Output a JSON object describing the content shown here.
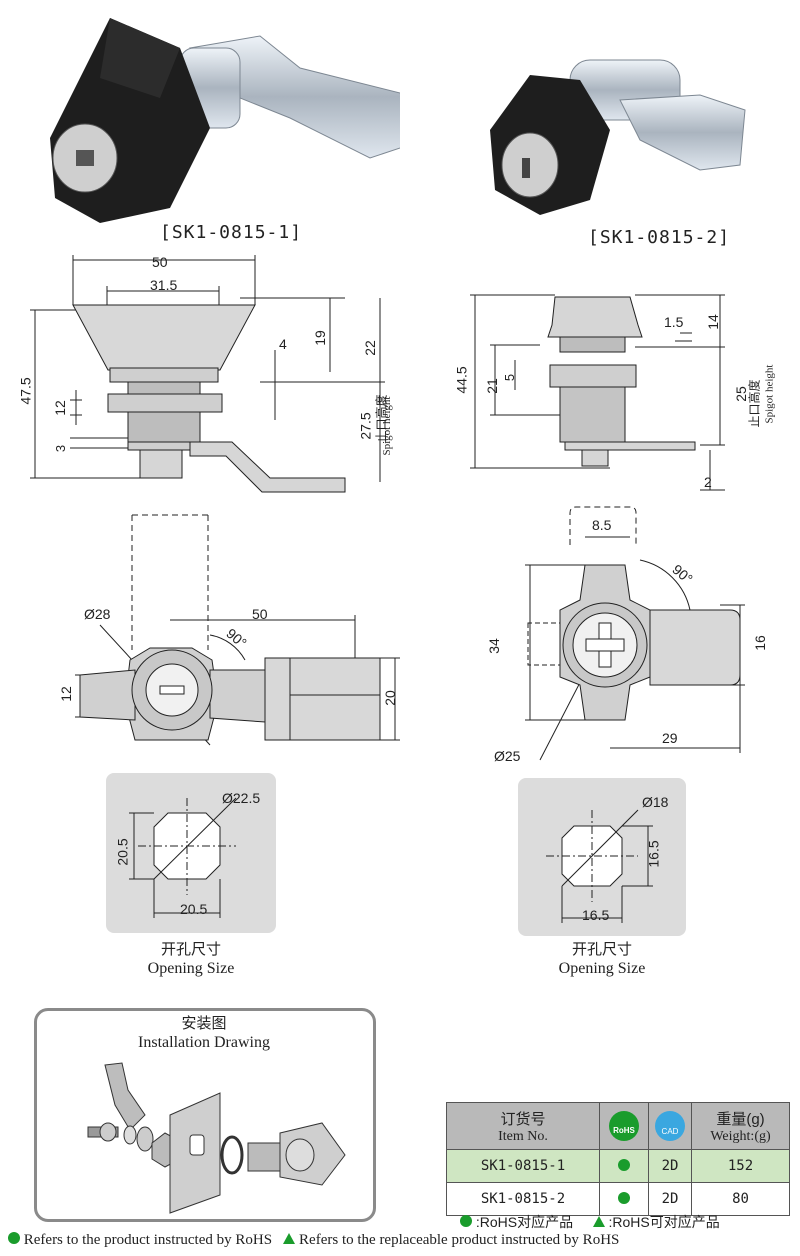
{
  "products": [
    {
      "label": "[SK1-0815-1]"
    },
    {
      "label": "[SK1-0815-2]"
    }
  ],
  "dims_left_side": {
    "w50": "50",
    "w315": "31.5",
    "h19": "19",
    "h22": "22",
    "h4": "4",
    "h475": "47.5",
    "h12": "12",
    "h3": "3",
    "h275": "27.5",
    "spigot_zh": "止口高度",
    "spigot_en": "Spigot height"
  },
  "dims_right_side": {
    "h445": "44.5",
    "h21": "21",
    "h5": "5",
    "h15": "1.5",
    "h14": "14",
    "h25": "25",
    "h2": "2",
    "spigot_zh": "止口高度",
    "spigot_en": "Spigot height"
  },
  "dims_left_top": {
    "d28": "Ø28",
    "w50": "50",
    "ang": "90°",
    "h12": "12",
    "h20": "20"
  },
  "dims_right_top": {
    "w85": "8.5",
    "ang": "90°",
    "h34": "34",
    "h16": "16",
    "w29": "29",
    "d25": "Ø25"
  },
  "opening_left": {
    "d": "Ø22.5",
    "h": "20.5",
    "w": "20.5"
  },
  "opening_right": {
    "d": "Ø18",
    "h": "16.5",
    "w": "16.5"
  },
  "opening_caption": {
    "zh": "开孔尺寸",
    "en": "Opening Size"
  },
  "installation": {
    "zh": "安装图",
    "en": "Installation Drawing"
  },
  "table": {
    "head_item_zh": "订货号",
    "head_item_en": "Item No.",
    "head_rohs": "RoHS",
    "head_cad": "CAD",
    "head_weight_zh": "重量(g)",
    "head_weight_en": "Weight:(g)",
    "rows": [
      {
        "item": "SK1-0815-1",
        "cad": "2D",
        "weight": "152"
      },
      {
        "item": "SK1-0815-2",
        "cad": "2D",
        "weight": "80"
      }
    ]
  },
  "legend": {
    "rohs_zh": ":RoHS对应产品",
    "replace_zh": ":RoHS可对应产品",
    "rohs_en": "Refers to the product instructed by RoHS",
    "replace_en": "Refers to the replaceable product instructed by RoHS"
  },
  "colors": {
    "rohs_green": "#1a9c2c",
    "header_gray": "#b9b9b9",
    "row_green": "#cfe6c2"
  }
}
